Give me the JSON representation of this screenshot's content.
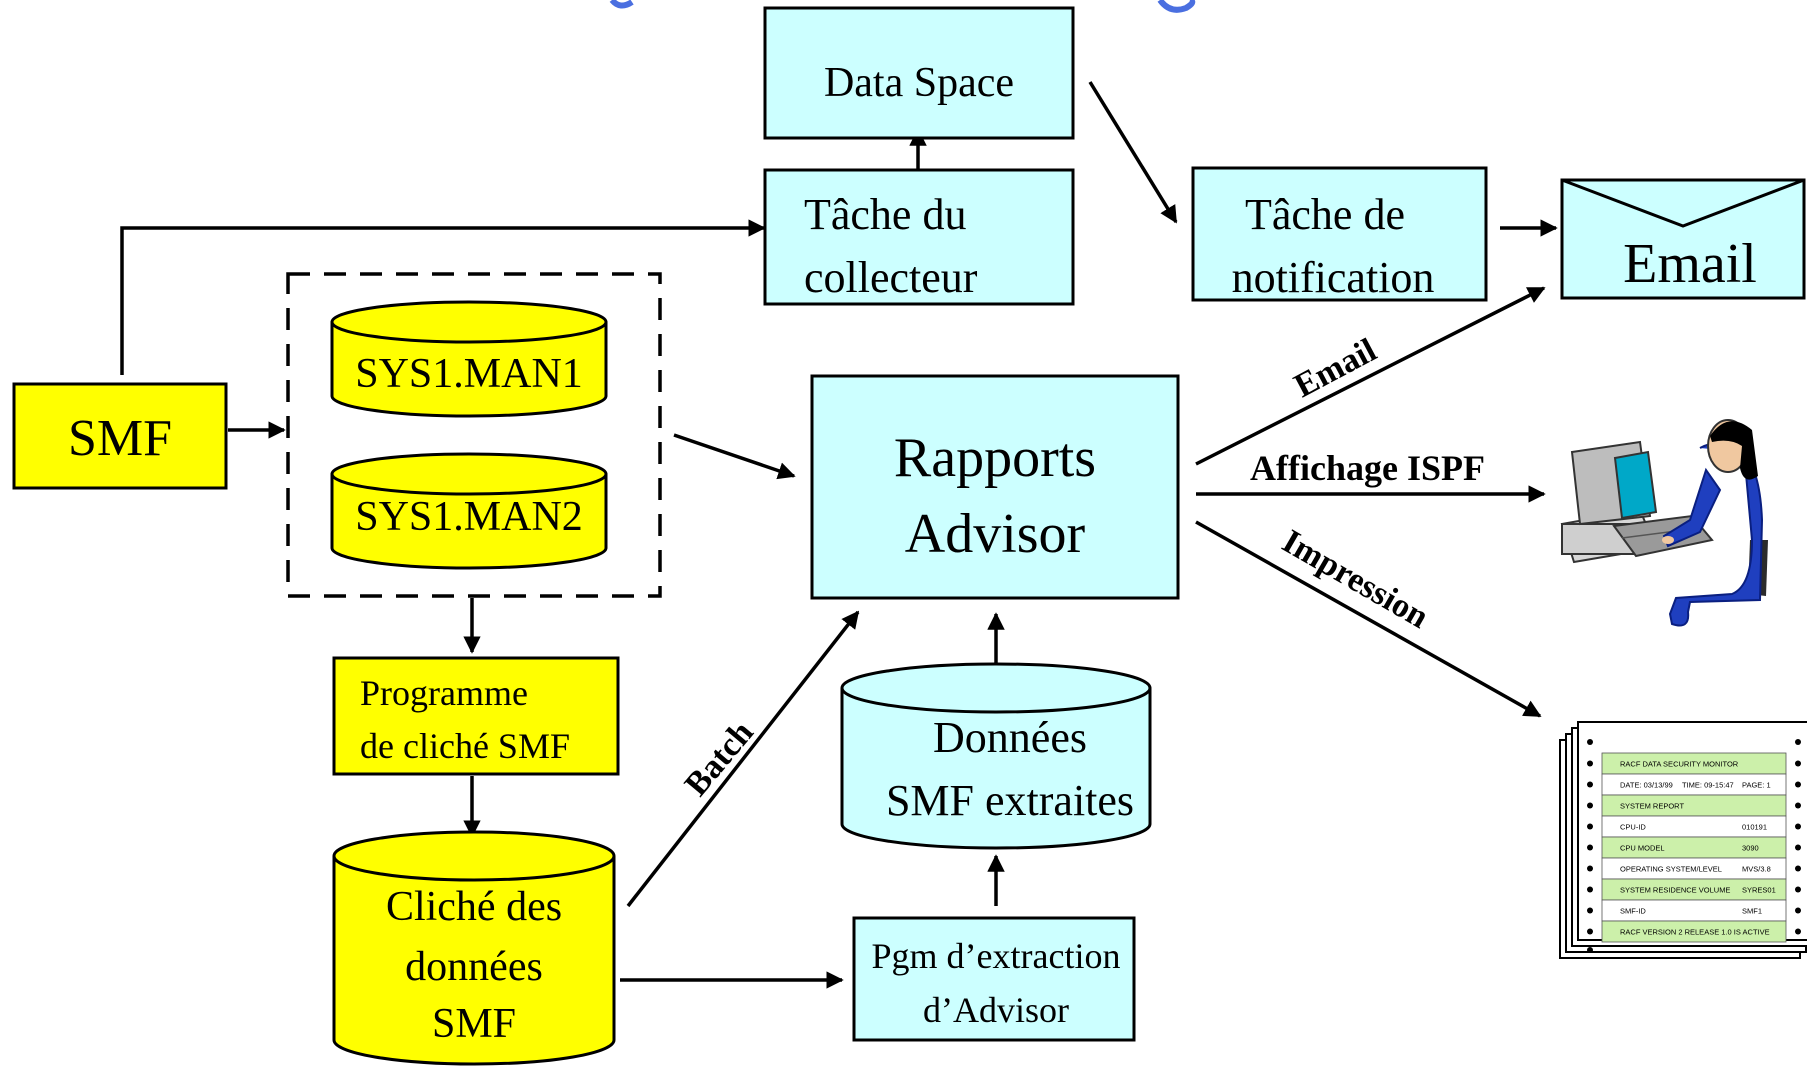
{
  "colors": {
    "process_box": "#ccffff",
    "storage": "#ffff00",
    "outline": "#000000",
    "partial_title": "#4a6fe0"
  },
  "nodes": {
    "data_space": "Data Space",
    "collector_task": [
      "Tâche du",
      "collecteur"
    ],
    "notification_task": [
      "Tâche de",
      "notification"
    ],
    "email_box": "Email",
    "smf": "SMF",
    "sys1_man1": "SYS1.MAN1",
    "sys1_man2": "SYS1.MAN2",
    "advisor_reports": [
      "Rapports",
      "Advisor"
    ],
    "dump_program": [
      "Programme",
      "de cliché SMF"
    ],
    "extracted_data": [
      "Données",
      "SMF extraites"
    ],
    "smf_dump": [
      "Cliché des",
      "données",
      "SMF"
    ],
    "extraction_program": [
      "Pgm d’extraction",
      "d’Advisor"
    ]
  },
  "edge_labels": {
    "email": "Email",
    "ispf": "Affichage ISPF",
    "print": "Impression",
    "batch": "Batch"
  },
  "report": {
    "rows": [
      {
        "left": "RACF DATA SECURITY MONITOR",
        "mid": "",
        "right": ""
      },
      {
        "left": "DATE: 03/13/99",
        "mid": "TIME: 09-15:47",
        "right": "PAGE: 1"
      },
      {
        "left": "SYSTEM REPORT",
        "mid": "",
        "right": ""
      },
      {
        "left": "CPU-ID",
        "mid": "",
        "right": "010191"
      },
      {
        "left": "CPU MODEL",
        "mid": "",
        "right": "3090"
      },
      {
        "left": "OPERATING SYSTEM/LEVEL",
        "mid": "",
        "right": "MVS/3.8"
      },
      {
        "left": "SYSTEM RESIDENCE VOLUME",
        "mid": "",
        "right": "SYRES01"
      },
      {
        "left": "SMF-ID",
        "mid": "",
        "right": "SMF1"
      },
      {
        "left": "RACF VERSION 2 RELEASE  1.0  IS ACTIVE",
        "mid": "",
        "right": ""
      }
    ]
  },
  "icons": {
    "user": "computer-user-icon",
    "printout": "printout-icon",
    "email": "envelope-icon"
  }
}
